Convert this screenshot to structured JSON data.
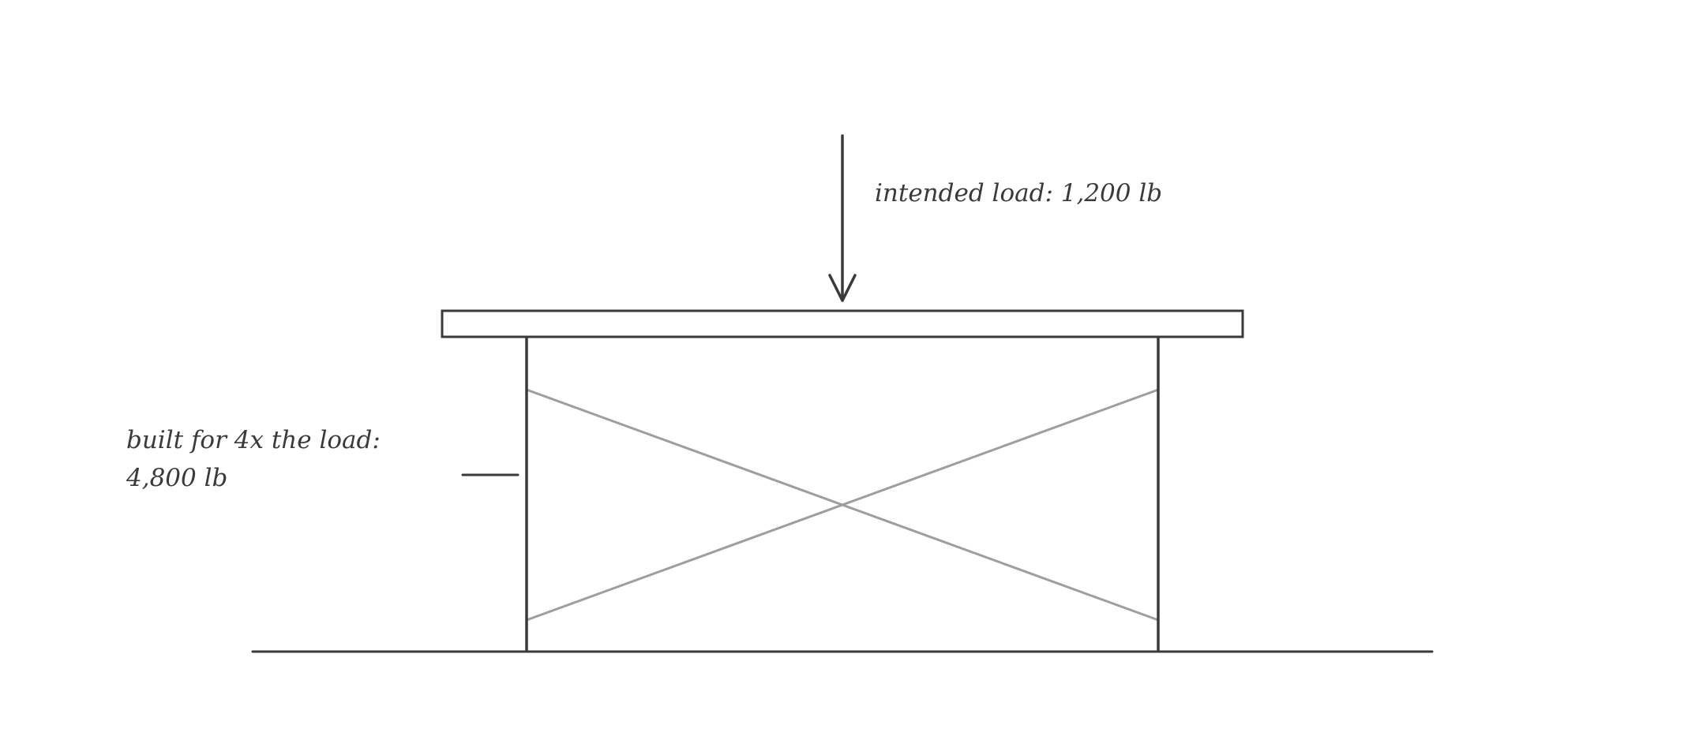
{
  "diagram": {
    "load_label": "intended load: 1,200 lb",
    "capacity_label_line1": "built for 4x the load:",
    "capacity_label_line2": "4,800 lb",
    "colors": {
      "stroke": "#3a3a3c",
      "bracing": "#9e9e9e",
      "background": "#ffffff"
    },
    "icons": [
      "down-arrow-icon"
    ]
  }
}
